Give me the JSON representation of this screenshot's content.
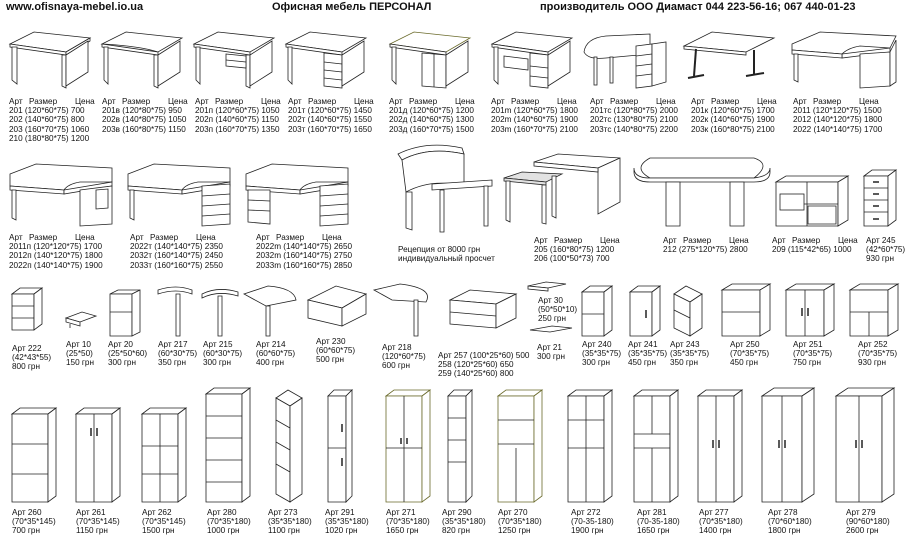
{
  "header": {
    "site": "www.ofisnaya-mebel.io.ua",
    "title": "Офисная  мебель  ПЕРСОНАЛ",
    "maker": "производитель  ООО Диамаст 044 223-56-16; 067 440-01-23"
  },
  "colhdr": {
    "art": "Арт",
    "size": "Размер",
    "price": "Цена"
  },
  "groups": [
    {
      "lines": [
        "201 (120*60*75) 700",
        "202 (140*60*75) 800",
        "203 (160*70*75) 1060",
        "210 (180*80*75) 1200"
      ]
    },
    {
      "lines": [
        "201в (120*80*75) 950",
        "202в (140*80*75) 1050",
        "203в (160*80*75) 1150"
      ]
    },
    {
      "lines": [
        "201п (120*60*75) 1050",
        "202п (140*60*75) 1150",
        "203п (160*70*75) 1350"
      ]
    },
    {
      "lines": [
        "201т (120*60*75) 1450",
        "202т (140*60*75) 1550",
        "203т (160*70*75) 1650"
      ]
    },
    {
      "lines": [
        "201д (120*60*75) 1200",
        "202д (140*60*75) 1300",
        "203д (160*70*75) 1500"
      ]
    },
    {
      "lines": [
        "201m (120*60*75) 1800",
        "202m (140*60*75) 1900",
        "203m (160*70*75) 2100"
      ]
    },
    {
      "lines": [
        "201тс (120*80*75) 2000",
        "202тс (130*80*75) 2100",
        "203тс (140*80*75) 2200"
      ]
    },
    {
      "lines": [
        "201к (120*60*75) 1700",
        "202к (140*60*75) 1900",
        "203к (160*80*75) 2100"
      ]
    },
    {
      "lines": [
        "2011 (120*120*75) 1500",
        "2012 (140*120*75) 1800",
        "2022 (140*140*75) 1700"
      ]
    },
    {
      "lines": [
        "2011п (120*120*75) 1700",
        "2012п (140*120*75) 1800",
        "2022п (140*140*75) 1900"
      ]
    },
    {
      "lines": [
        "2022т (140*140*75) 2350",
        "2032т (160*140*75) 2450",
        "2033т (160*160*75) 2550"
      ]
    },
    {
      "lines": [
        "2022m (140*140*75) 2650",
        "2032m (160*140*75) 2750",
        "2033m (160*160*75) 2850"
      ]
    },
    {
      "lines": [
        "205 (160*80*75) 1200",
        "206 (100*50*73) 700"
      ]
    },
    {
      "lines": [
        "212 (275*120*75) 2800"
      ]
    },
    {
      "lines": [
        "209 (115*42*65) 1000"
      ]
    }
  ],
  "reception": [
    "Рецепция от 8000 грн",
    "индивидуальный просчет"
  ],
  "art245": [
    "Арт 245",
    "(42*60*75)",
    "930 грн"
  ],
  "row3": [
    [
      "Арт 222",
      "(42*43*55)",
      "800 грн"
    ],
    [
      "Арт 10",
      "(25*50)",
      "150 грн"
    ],
    [
      "Арт 20",
      "(25*50*60)",
      "300 грн"
    ],
    [
      "Арт 217",
      "(60*30*75)",
      "350 грн"
    ],
    [
      "Арт 215",
      "(60*30*75)",
      "300 грн"
    ],
    [
      "Арт 214",
      "(60*60*75)",
      "400 грн"
    ],
    [
      "Арт 230",
      "(60*60*75)",
      "500 грн"
    ],
    [
      "Арт 218",
      "(120*60*75)",
      "600 грн"
    ],
    [
      "Арт 257 (100*25*60) 500",
      "258 (120*25*60) 650",
      "259 (140*25*60) 800"
    ],
    [
      "Арт 30",
      "(50*50*10)",
      "250 грн"
    ],
    [
      "Арт 21",
      "300 грн"
    ],
    [
      "Арт 240",
      "(35*35*75)",
      "300 грн"
    ],
    [
      "Арт 241",
      "(35*35*75)",
      "450 грн"
    ],
    [
      "Арт 243",
      "(35*35*75)",
      "350 грн"
    ],
    [
      "Арт 250",
      "(70*35*75)",
      "450 грн"
    ],
    [
      "Арт 251",
      "(70*35*75)",
      "750 грн"
    ],
    [
      "Арт 252",
      "(70*35*75)",
      "930 грн"
    ]
  ],
  "row4": [
    [
      "Арт 260",
      "(70*35*145)",
      "700 грн"
    ],
    [
      "Арт 261",
      "(70*35*145)",
      "1150 грн"
    ],
    [
      "Арт 262",
      "(70*35*145)",
      "1500 грн"
    ],
    [
      "Арт 280",
      "(70*35*180)",
      "1000 грн"
    ],
    [
      "Арт 273",
      "(35*35*180)",
      "1100 грн"
    ],
    [
      "Арт 291",
      "(35*35*180)",
      "1020 грн"
    ],
    [
      "Арт 271",
      "(70*35*180)",
      "1650 грн"
    ],
    [
      "Арт 290",
      "(35*35*180)",
      "820 грн"
    ],
    [
      "Арт 270",
      "(70*35*180)",
      "1250 грн"
    ],
    [
      "Арт 272",
      "(70-35-180)",
      "1900 грн"
    ],
    [
      "Арт 281",
      "(70-35-180)",
      "1650 грн"
    ],
    [
      "Арт 277",
      "(70*35*180)",
      "1400 грн"
    ],
    [
      "Арт 278",
      "(70*60*180)",
      "1800 грн"
    ],
    [
      "Арт 279",
      "(90*60*180)",
      "2600 грн"
    ]
  ]
}
